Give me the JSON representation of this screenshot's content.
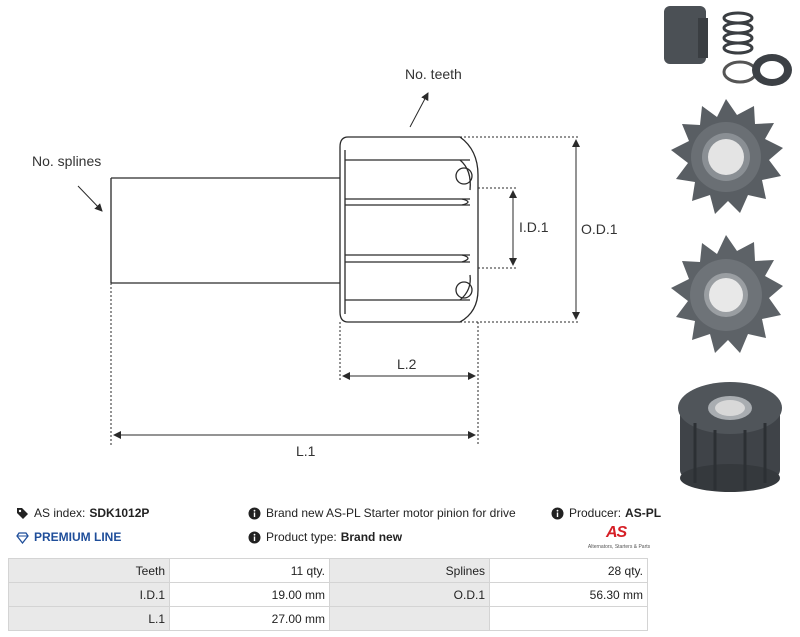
{
  "drawing": {
    "labels": {
      "teeth": "No. teeth",
      "splines": "No. splines",
      "id1": "I.D.1",
      "od1": "O.D.1",
      "l2": "L.2",
      "l1": "L.1"
    }
  },
  "info": {
    "as_index_label": "AS index:",
    "as_index_value": "SDK1012P",
    "premium": "PREMIUM LINE",
    "description": "Brand new AS-PL Starter motor pinion for drive",
    "product_type_label": "Product type:",
    "product_type_value": "Brand new",
    "producer_label": "Producer:",
    "producer_value": "AS-PL"
  },
  "logo": {
    "mark": "AS",
    "tagline": "Alternators, Starters & Parts"
  },
  "specs": [
    {
      "l1": "Teeth",
      "v1": "11 qty.",
      "l2": "Splines",
      "v2": "28 qty."
    },
    {
      "l1": "I.D.1",
      "v1": "19.00 mm",
      "l2": "O.D.1",
      "v2": "56.30 mm"
    },
    {
      "l1": "L.1",
      "v1": "27.00 mm",
      "l2": "",
      "v2": ""
    }
  ],
  "colors": {
    "line": "#2a2a2a",
    "table_label_bg": "#e9e9e9",
    "premium": "#1f4e9a",
    "brand_red": "#d61f26",
    "gear_metal": "#555a5f"
  },
  "icons": {
    "as_index": "tag-icon",
    "premium": "diamond-icon",
    "info": "info-circle-icon"
  }
}
